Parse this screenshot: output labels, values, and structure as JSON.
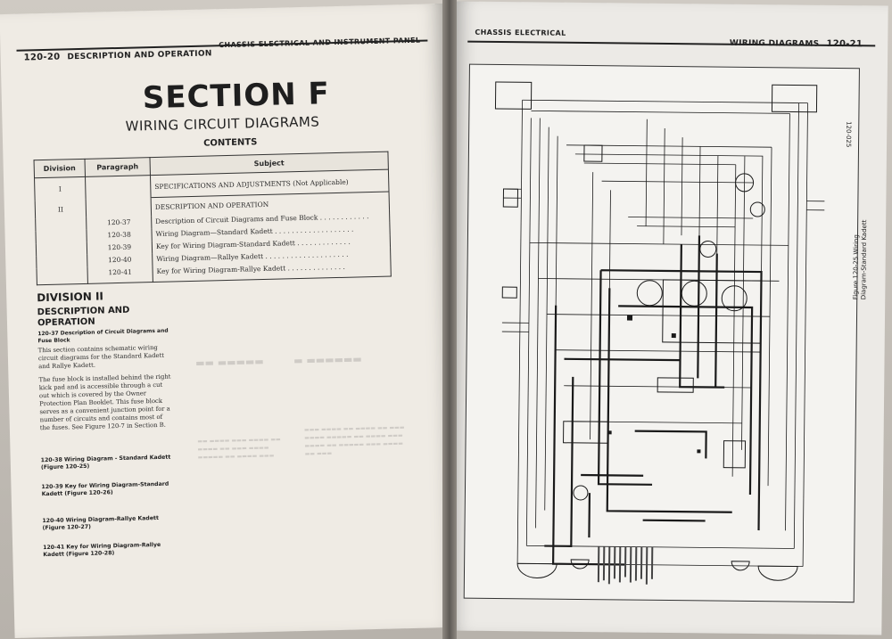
{
  "left_page": {
    "header_page_number": "120-20",
    "header_section": "DESCRIPTION AND OPERATION",
    "header_chapter": "CHASSIS ELECTRICAL AND INSTRUMENT PANEL",
    "section_title": "SECTION F",
    "section_subtitle": "WIRING CIRCUIT DIAGRAMS",
    "contents_label": "CONTENTS",
    "table": {
      "headers": [
        "Division",
        "Paragraph",
        "Subject"
      ],
      "division_1": "I",
      "division_1_subject": "SPECIFICATIONS AND ADJUSTMENTS (Not Applicable)",
      "division_2": "II",
      "division_2_subject": "DESCRIPTION AND OPERATION",
      "rows": [
        {
          "paragraph": "120-37",
          "subject": "Description of Circuit Diagrams and Fuse Block . . . . . . . . . . . ."
        },
        {
          "paragraph": "120-38",
          "subject": "Wiring Diagram—Standard Kadett . . . . . . . . . . . . . . . . . . ."
        },
        {
          "paragraph": "120-39",
          "subject": "Key for Wiring Diagram-Standard Kadett . . . . . . . . . . . . ."
        },
        {
          "paragraph": "120-40",
          "subject": "Wiring Diagram—Rallye Kadett . . . . . . . . . . . . . . . . . . . ."
        },
        {
          "paragraph": "120-41",
          "subject": "Key for Wiring Diagram-Rallye Kadett . . . . . . . . . . . . . ."
        }
      ]
    },
    "division_heading": "DIVISION II",
    "do_heading": "DESCRIPTION AND OPERATION",
    "para_heading": "120-37 Description of Circuit Diagrams and Fuse Block",
    "para_1": "This section contains schematic wiring circuit diagrams for the Standard Kadett and Rallye Kadett.",
    "para_2": "The fuse block is installed behind the right kick pad and is accessible through a cut out which is covered by the Owner Protection Plan Booklet. This fuse block serves as a convenient junction point for a number of circuits and contains most of the fuses. See Figure 120-7 in Section B.",
    "links": [
      "120-38 Wiring Diagram - Standard Kadett (Figure 120-25)",
      "120-39 Key for Wiring Diagram-Standard Kadett (Figure 120-26)",
      "120-40 Wiring Diagram-Rallye Kadett (Figure 120-27)",
      "120-41 Key for Wiring Diagram-Rallye Kadett (Figure 120-28)"
    ]
  },
  "right_page": {
    "header_chapter": "CHASSIS ELECTRICAL",
    "header_section": "WIRING DIAGRAMS",
    "header_page_number": "120-21",
    "figure_caption_line1": "Figure 120-25 Wiring",
    "figure_caption_line2": "Diagram-Standard Kadett",
    "figure_id": "120-025"
  },
  "colors": {
    "paper_left": "#efebe4",
    "paper_right": "#eceae6",
    "ink": "#222222",
    "wire": "#1a1a1a"
  }
}
